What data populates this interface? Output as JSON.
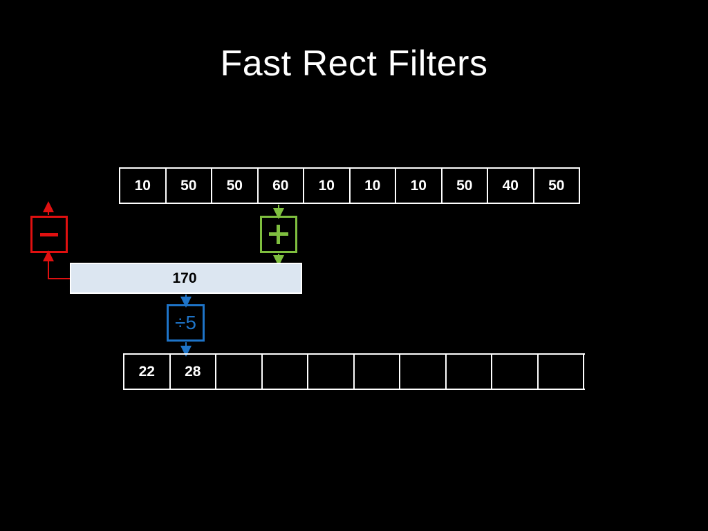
{
  "title": "Fast Rect Filters",
  "input_row": [
    "10",
    "50",
    "50",
    "60",
    "10",
    "10",
    "10",
    "50",
    "40",
    "50"
  ],
  "output_row": [
    "22",
    "28",
    "",
    "",
    "",
    "",
    "",
    "",
    "",
    ""
  ],
  "running_sum": "170",
  "operators": {
    "subtract": {
      "icon": "minus-icon",
      "color": "#e01010"
    },
    "add": {
      "icon": "plus-icon",
      "color": "#7fbf3f"
    },
    "divide": {
      "label": "÷5",
      "color": "#1e74c8"
    }
  },
  "colors": {
    "background": "#000000",
    "sum_fill": "#dce6f1"
  }
}
